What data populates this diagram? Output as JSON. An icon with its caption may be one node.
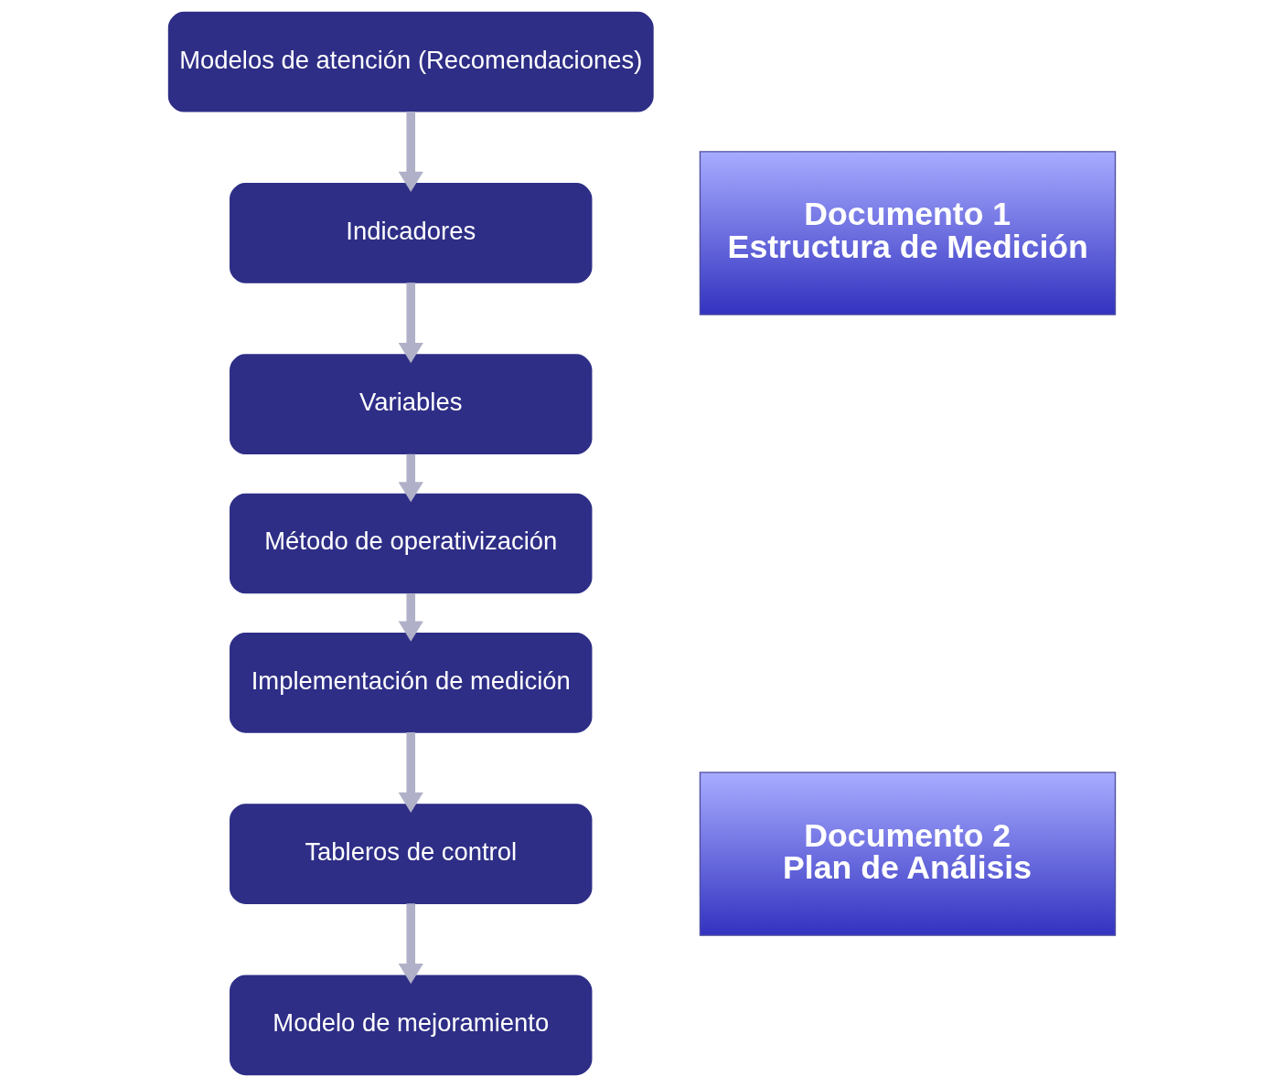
{
  "diagram": {
    "nodes": [
      {
        "text": [
          "Modelos de atención (Recomendaciones)"
        ]
      },
      {
        "text": [
          "Indicadores"
        ]
      },
      {
        "text": [
          "Variables"
        ]
      },
      {
        "text": [
          "Método de operativización"
        ]
      },
      {
        "text": [
          "Implementación de medición"
        ]
      },
      {
        "text": [
          "Tableros de control"
        ]
      },
      {
        "text": [
          "Modelo de mejoramiento"
        ]
      },
      {
        "text": [
          "Documento 1",
          "Estructura de Medición"
        ]
      },
      {
        "text": [
          "Documento 2",
          "Plan de Análisis"
        ]
      }
    ],
    "edges": [
      {
        "from": 0,
        "to": 1,
        "arrow": "to"
      },
      {
        "from": 1,
        "to": 2,
        "arrow": "to"
      },
      {
        "from": 2,
        "to": 3,
        "arrow": "to"
      },
      {
        "from": 3,
        "to": 4,
        "arrow": "to"
      },
      {
        "from": 4,
        "to": 5,
        "arrow": "to"
      },
      {
        "from": 5,
        "to": 6,
        "arrow": "to"
      }
    ]
  }
}
